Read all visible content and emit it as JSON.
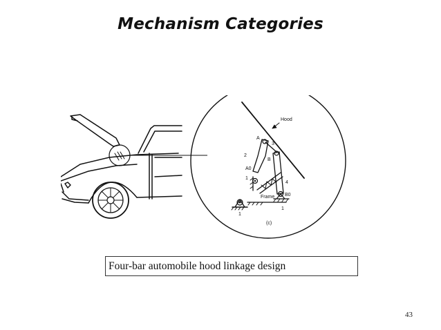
{
  "slide": {
    "title": "Mechanism Categories",
    "caption": "Four-bar automobile hood linkage design",
    "page_number": "43"
  },
  "figure": {
    "labels": {
      "hood": "Hood",
      "joint_a": "A",
      "link_3": "3",
      "link_2": "2",
      "joint_b": "B",
      "joint_a0": "A0",
      "link_1_left": "1",
      "link_4": "4",
      "frame": "Frame",
      "joint_b0": "B0",
      "link_1_bottom_left": "1",
      "link_1_bottom_right": "1",
      "panel_id": "(c)"
    }
  }
}
